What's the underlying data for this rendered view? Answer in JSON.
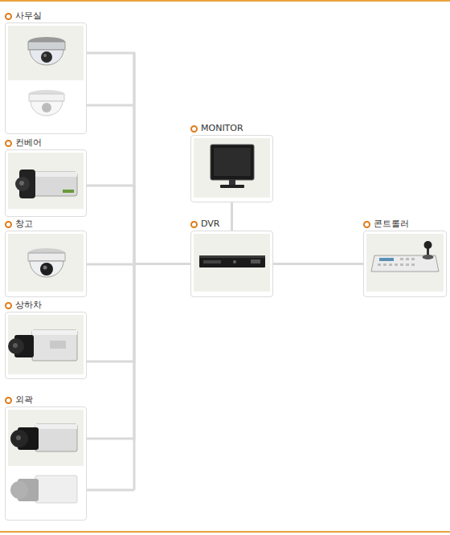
{
  "diagram": {
    "nodes": [
      {
        "text": [
          "사무실"
        ]
      },
      {
        "text": [
          "컨베어"
        ]
      },
      {
        "text": [
          "창고"
        ]
      },
      {
        "text": [
          "상하차"
        ]
      },
      {
        "text": [
          "외곽"
        ]
      },
      {
        "text": [
          "MONITOR"
        ]
      },
      {
        "text": [
          "DVR"
        ]
      },
      {
        "text": [
          "콘트롤러"
        ]
      }
    ],
    "edges": [
      {
        "from": 0,
        "to": 6,
        "arrow": "none"
      },
      {
        "from": 1,
        "to": 6,
        "arrow": "none"
      },
      {
        "from": 2,
        "to": 6,
        "arrow": "none"
      },
      {
        "from": 3,
        "to": 6,
        "arrow": "none"
      },
      {
        "from": 4,
        "to": 6,
        "arrow": "none"
      },
      {
        "from": 5,
        "to": 6,
        "arrow": "none"
      },
      {
        "from": 6,
        "to": 7,
        "arrow": "none"
      }
    ]
  }
}
